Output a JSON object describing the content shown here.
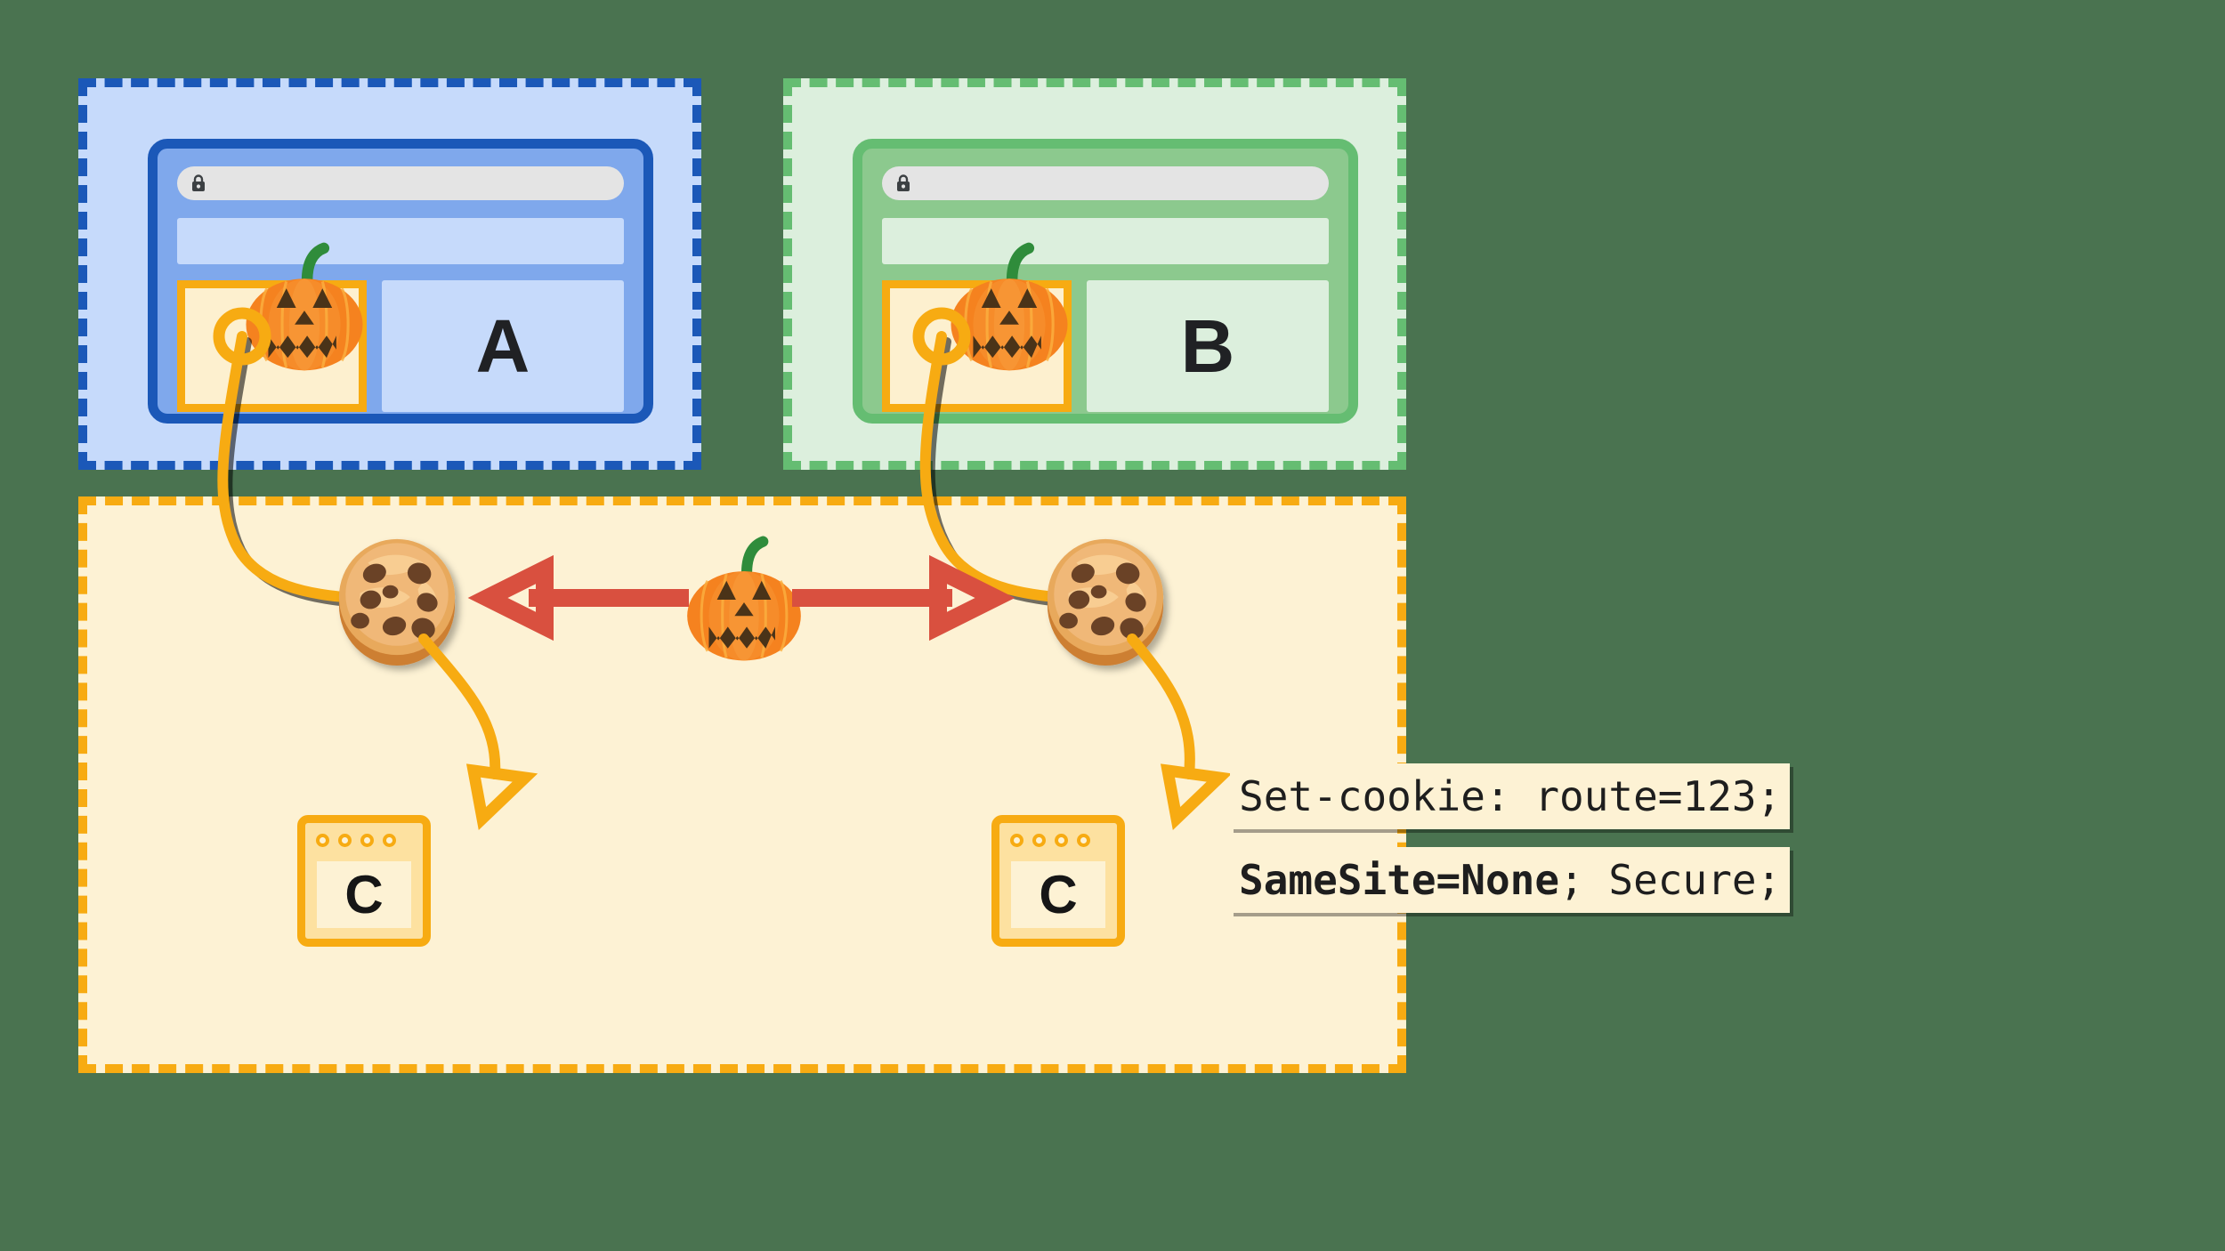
{
  "background_color": "#4a7350",
  "diagram": {
    "title_semantics": "samesite-none-cross-site-cookie-diagram",
    "contexts": [
      {
        "id": "context-a",
        "letter": "A",
        "border_color": "#1b58b8",
        "fill_color": "#c6dafb",
        "browser_frame_color": "#7fa8ec",
        "lock_icon": "lock-icon",
        "embed_icon": "pumpkin-icon"
      },
      {
        "id": "context-b",
        "letter": "B",
        "border_color": "#65bd72",
        "fill_color": "#dcefdd",
        "browser_frame_color": "#8cc98e",
        "lock_icon": "lock-icon",
        "embed_icon": "pumpkin-icon"
      },
      {
        "id": "context-c",
        "letter": "C",
        "border_color": "#f7ab12",
        "fill_color": "#fdf2d4",
        "servers": [
          {
            "letter": "C",
            "dots": 4
          },
          {
            "letter": "C",
            "dots": 4
          }
        ]
      }
    ],
    "cookies": [
      {
        "id": "cookie-left",
        "icon": "cookie-icon"
      },
      {
        "id": "cookie-right",
        "icon": "cookie-icon"
      }
    ],
    "center_icon": "pumpkin-icon",
    "bidirectional_arrow": {
      "color": "#d9503f",
      "direction": "both",
      "style": "hollow-head"
    },
    "connector_arrow_color": "#f7ab12",
    "code_labels": {
      "line1": "Set-cookie: route=123;",
      "line2_bold": "SameSite=None",
      "line2_rest": "; Secure;"
    }
  }
}
